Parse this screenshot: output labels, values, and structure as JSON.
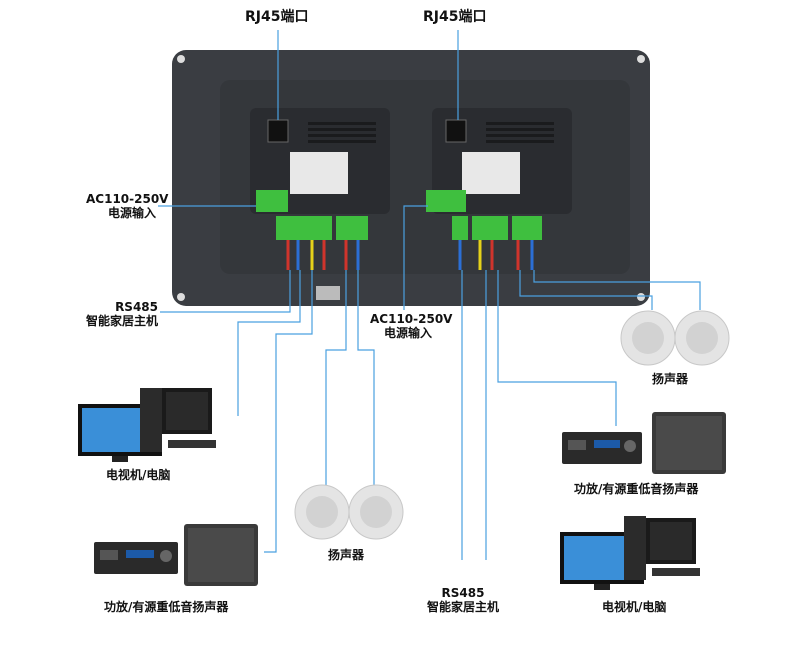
{
  "labels": {
    "rj45_left": "RJ45端口",
    "rj45_right": "RJ45端口",
    "ac_left_line1": "AC110-250V",
    "ac_left_line2": "电源输入",
    "ac_right_line1": "AC110-250V",
    "ac_right_line2": "电源输入",
    "rs485_left_line1": "RS485",
    "rs485_left_line2": "智能家居主机",
    "rs485_bottom_line1": "RS485",
    "rs485_bottom_line2": "智能家居主机",
    "speaker_right": "扬声器",
    "speaker_center": "扬声器",
    "amp_right": "功放/有源重低音扬声器",
    "amp_left": "功放/有源重低音扬声器",
    "tv_left": "电视机/电脑",
    "tv_right": "电视机/电脑"
  },
  "colors": {
    "panel": "#3a3d42",
    "panel_inner": "#2f3236",
    "terminal_green": "#3fbf3f",
    "wire_red": "#d0342c",
    "wire_yellow": "#e6d21a",
    "wire_blue": "#2b6fd6",
    "connector_line": "#4aa0e0"
  }
}
